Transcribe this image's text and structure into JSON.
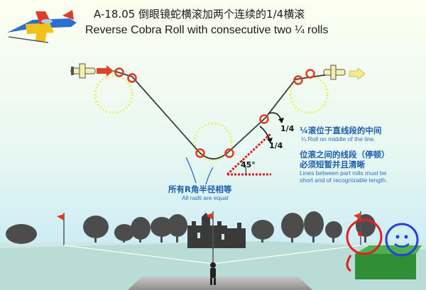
{
  "title": {
    "cn": "A-18.05 倒眼镜蛇横滚加两个连续的1/4横滚",
    "en": "Reverse Cobra Roll with consecutive two ¼ rolls"
  },
  "labels": {
    "quarter_1": "1/4",
    "quarter_2": "1/4",
    "angle": "45°"
  },
  "notes": {
    "roll_position_cn": "¼滚位于直线段的中间",
    "roll_position_en": "¼ Roll on middle of the line.",
    "lines_between_cn_1": "位滚之间的线段（停顿）",
    "lines_between_cn_2": "必须短暂并且清晰",
    "lines_between_en_1": "Lines between part rolls must be",
    "lines_between_en_2": "short and of recognizable length.",
    "radii_cn": "所有R角半径相等",
    "radii_en": "All radii are equal"
  },
  "colors": {
    "sky_top": "#fbffe0",
    "sky_bottom": "#c6ecf6",
    "path": "#3a3a3a",
    "roll_marker": "#e03a20",
    "loop_circle": "#e8f25a",
    "guide_dotted": "#d62020",
    "arrow_entry": "#d9452b",
    "arrow_exit": "#f4ec8a",
    "ground": "#a8a8a8",
    "note_blue": "#1c5fb0",
    "judge_box": "#2f8f36"
  },
  "icons": [
    "airplane-icon",
    "airplane-model-icon",
    "flag-icon",
    "castle-icon",
    "tree-icon",
    "pilot-icon",
    "judge-face-icon"
  ]
}
